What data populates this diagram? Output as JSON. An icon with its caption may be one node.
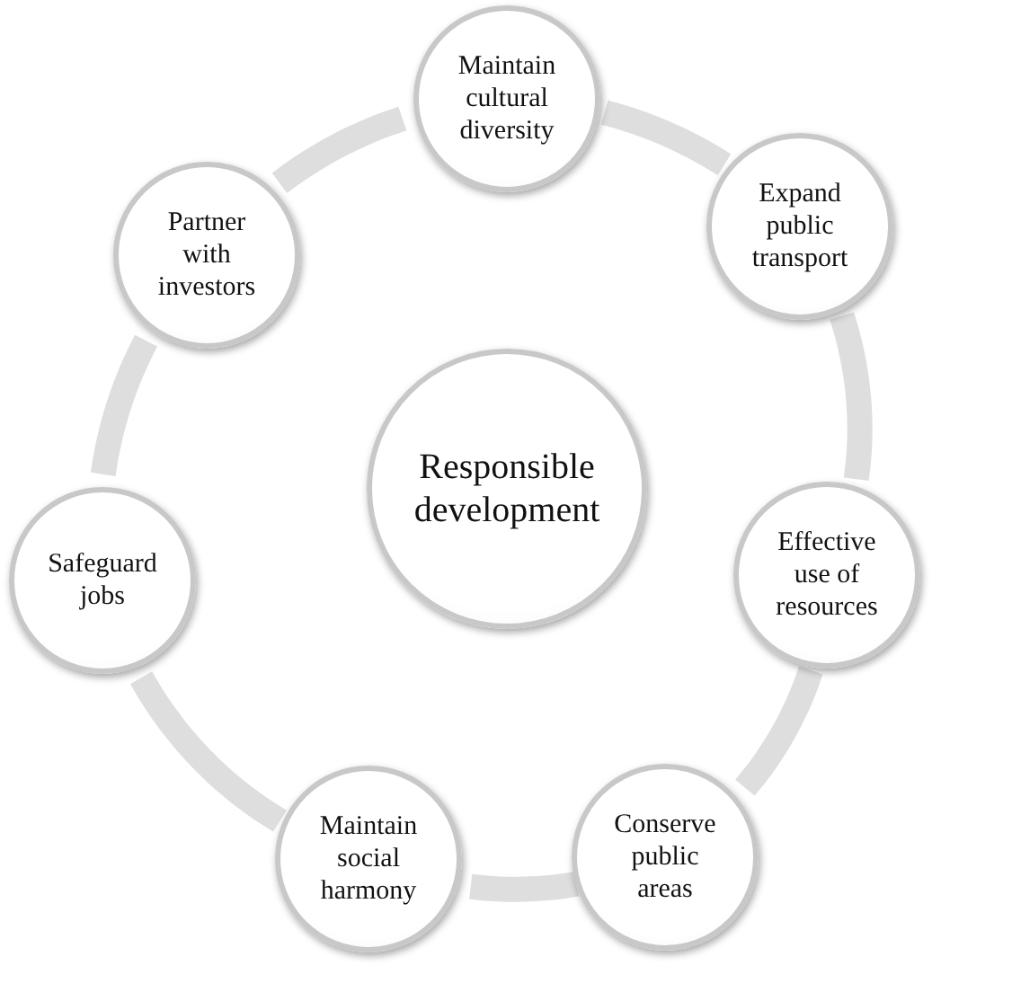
{
  "diagram": {
    "nodes": [
      {
        "text": [
          "Responsible development"
        ]
      },
      {
        "text": [
          "Maintain cultural diversity"
        ]
      },
      {
        "text": [
          "Expand public transport"
        ]
      },
      {
        "text": [
          "Effective use of resources"
        ]
      },
      {
        "text": [
          "Conserve public areas"
        ]
      },
      {
        "text": [
          "Maintain social harmony"
        ]
      },
      {
        "text": [
          "Safeguard jobs"
        ]
      },
      {
        "text": [
          "Partner with investors"
        ]
      }
    ],
    "edges": [
      {
        "from": 1,
        "to": 2,
        "arrow": "none"
      },
      {
        "from": 2,
        "to": 3,
        "arrow": "none"
      },
      {
        "from": 3,
        "to": 4,
        "arrow": "none"
      },
      {
        "from": 4,
        "to": 5,
        "arrow": "none"
      },
      {
        "from": 5,
        "to": 6,
        "arrow": "none"
      },
      {
        "from": 6,
        "to": 7,
        "arrow": "none"
      },
      {
        "from": 7,
        "to": 1,
        "arrow": "none"
      }
    ]
  }
}
